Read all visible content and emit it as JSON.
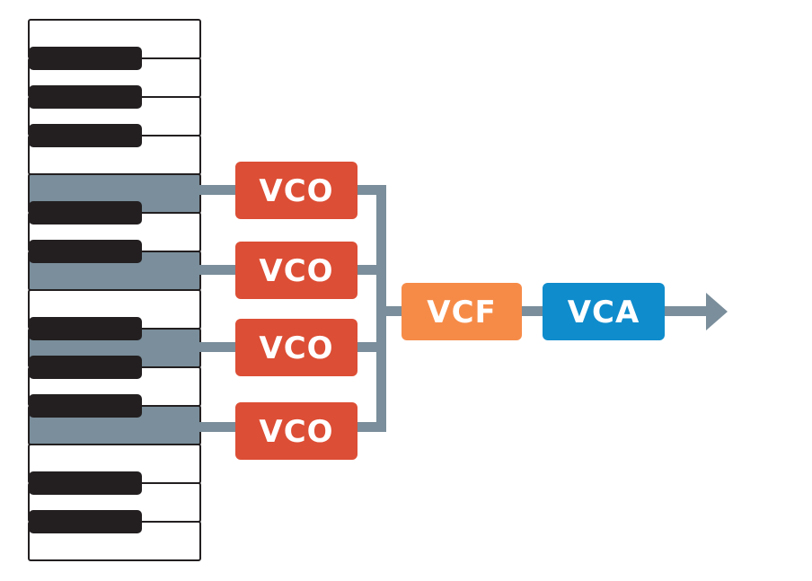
{
  "diagram": {
    "keyboard": {
      "white_key_count": 14,
      "black_keys_after_white": [
        0,
        1,
        2,
        4,
        5,
        7,
        8,
        9,
        11,
        12
      ],
      "pressed_white_keys": [
        4,
        6,
        8,
        10
      ]
    },
    "vco_boxes": [
      {
        "label": "VCO"
      },
      {
        "label": "VCO"
      },
      {
        "label": "VCO"
      },
      {
        "label": "VCO"
      }
    ],
    "vcf_box": {
      "label": "VCF"
    },
    "vca_box": {
      "label": "VCA"
    },
    "colors": {
      "vco": "#dc4e35",
      "vcf": "#f68b48",
      "vca": "#0f8ccc",
      "connector": "#7a8e9b",
      "pressed_key": "#7a8e9b",
      "black_key": "#231f20",
      "key_outline": "#231f20",
      "white_key": "#ffffff"
    }
  }
}
